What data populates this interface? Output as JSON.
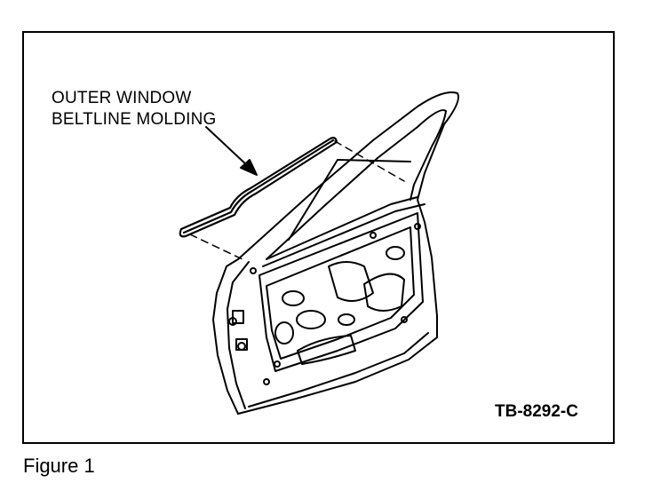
{
  "figure": {
    "callout_line1": "OUTER WINDOW",
    "callout_line2": "BELTLINE MOLDING",
    "drawing_code": "TB-8292-C",
    "caption": "Figure 1"
  },
  "icons": [
    "car-door-illustration",
    "beltline-molding-strip",
    "callout-arrow"
  ]
}
